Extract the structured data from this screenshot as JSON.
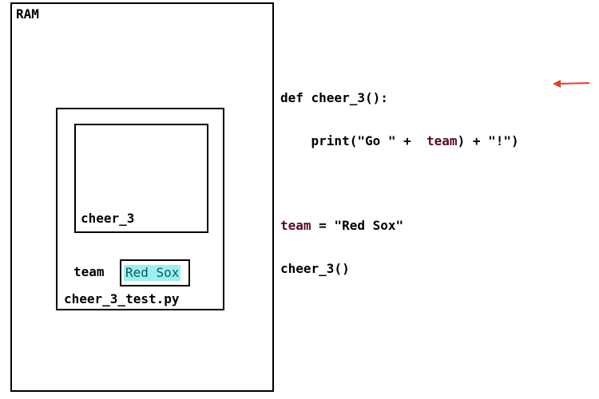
{
  "memory": {
    "title": "RAM",
    "module_label": "cheer_3_test.py",
    "function_label": "cheer_3",
    "variable": {
      "name": "team",
      "value": "Red Sox"
    }
  },
  "code": {
    "line1": "def cheer_3():",
    "line2_indent": "    ",
    "line2_a": "print(\"Go \" +  ",
    "line2_var": "team",
    "line2_b": ") + \"!\")",
    "line3_var": "team",
    "line3_rest": " = \"Red Sox\"",
    "line4": "cheer_3()"
  },
  "colors": {
    "arrow": "#e8402a",
    "variable_text": "#5a0a1e",
    "value_highlight": "#9ef0f0"
  },
  "icons": {
    "pointer": "left-arrow-icon"
  }
}
